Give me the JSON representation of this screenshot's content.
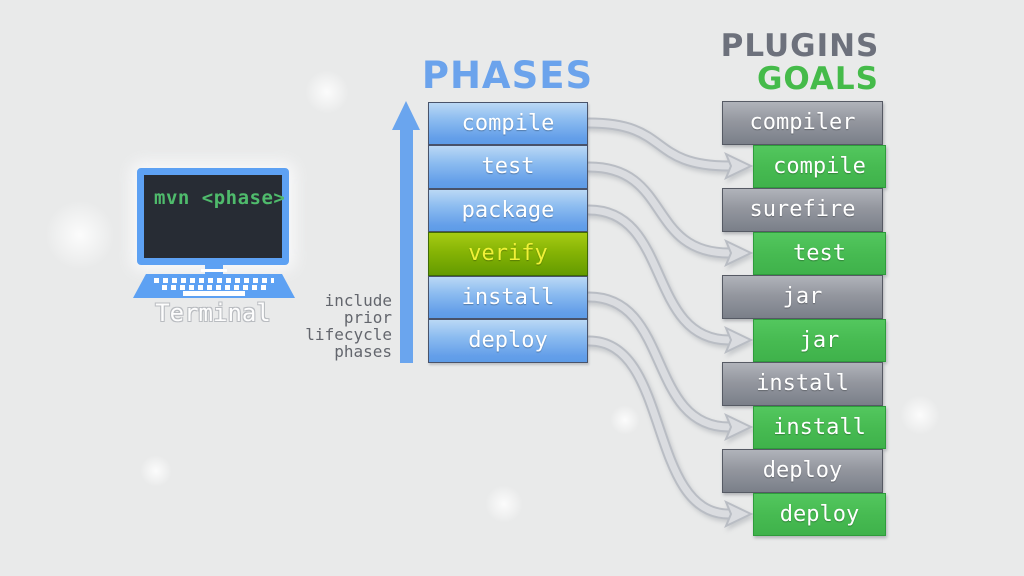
{
  "terminal": {
    "screen_text": "mvn <phase>",
    "label": "Terminal"
  },
  "phases": {
    "title": "PHASES",
    "note_lines": [
      "include",
      "prior",
      "lifecycle",
      "phases"
    ],
    "items": [
      {
        "label": "compile",
        "highlight": false
      },
      {
        "label": "test",
        "highlight": false
      },
      {
        "label": "package",
        "highlight": false
      },
      {
        "label": "verify",
        "highlight": true
      },
      {
        "label": "install",
        "highlight": false
      },
      {
        "label": "deploy",
        "highlight": false
      }
    ]
  },
  "plugins_goals": {
    "plugins_title": "PLUGINS",
    "goals_title": "GOALS",
    "items": [
      {
        "label": "compiler",
        "type": "plugin"
      },
      {
        "label": "compile",
        "type": "goal"
      },
      {
        "label": "surefire",
        "type": "plugin"
      },
      {
        "label": "test",
        "type": "goal"
      },
      {
        "label": "jar",
        "type": "plugin"
      },
      {
        "label": "jar",
        "type": "goal"
      },
      {
        "label": "install",
        "type": "plugin"
      },
      {
        "label": "install",
        "type": "goal"
      },
      {
        "label": "deploy",
        "type": "plugin"
      },
      {
        "label": "deploy",
        "type": "goal"
      }
    ]
  },
  "connections": [
    {
      "from_phase": "compile",
      "to_goal": "compile"
    },
    {
      "from_phase": "test",
      "to_goal": "test"
    },
    {
      "from_phase": "package",
      "to_goal": "jar"
    },
    {
      "from_phase": "install",
      "to_goal": "install"
    },
    {
      "from_phase": "deploy",
      "to_goal": "deploy"
    }
  ],
  "colors": {
    "background": "#e9eaea",
    "phases_title": "#6ba3ec",
    "plugins_title": "#6d717c",
    "goals_title": "#45bb4a",
    "phase_box_blue": "#5d9ce8",
    "phase_highlight_green": "#86b405",
    "phase_highlight_text": "#f0f137",
    "plugin_box_gray": "#94979f",
    "goal_box_green": "#47bb52",
    "up_arrow_blue": "#6aa5ee",
    "connector_gray": "#dadce0",
    "terminal_frame": "#5da1f3",
    "terminal_screen": "#272c34",
    "terminal_screen_text": "#4fbb6c"
  }
}
